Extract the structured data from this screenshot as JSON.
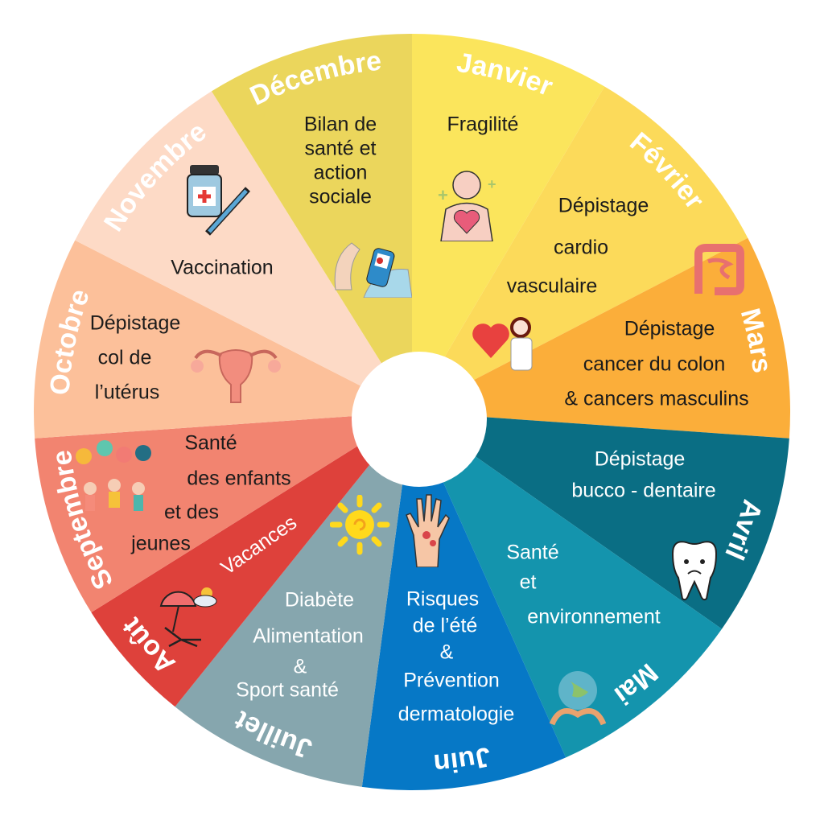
{
  "segments": [
    {
      "month": "Janvier",
      "color": "#FBE55C",
      "theme": [
        "Fragilité"
      ],
      "icon": "patient-heart-icon"
    },
    {
      "month": "Février",
      "color": "#FCDA5A",
      "theme": [
        "Dépistage",
        "cardio",
        "vasculaire"
      ],
      "icon": "doctor-heart-icon"
    },
    {
      "month": "Mars",
      "color": "#FBAE3A",
      "theme": [
        "Dépistage",
        "cancer du colon",
        "& cancers masculins"
      ],
      "icon": "intestine-icon"
    },
    {
      "month": "Avril",
      "color": "#0A6E84",
      "theme": [
        "Dépistage",
        "bucco - dentaire"
      ],
      "icon": "tooth-icon"
    },
    {
      "month": "Mai",
      "color": "#1494AD",
      "theme": [
        "Santé",
        "et",
        "environnement"
      ],
      "icon": "earth-hands-icon"
    },
    {
      "month": "Juin",
      "color": "#0678C6",
      "theme": [
        "Risques",
        "de l’été",
        "&",
        "Prévention",
        "dermatologie"
      ],
      "icon": "hand-skin-icon"
    },
    {
      "month": "Juillet",
      "color": "#86A6AE",
      "theme": [
        "Diabète",
        "Alimentation",
        "&",
        "Sport santé"
      ],
      "icon": "sun-icon"
    },
    {
      "month": "Août",
      "color": "#DE413B",
      "theme": [
        "Vacances"
      ],
      "icon": "beach-chair-icon"
    },
    {
      "month": "Septembre",
      "color": "#F28470",
      "theme": [
        "Santé",
        "des enfants",
        "et des",
        "jeunes"
      ],
      "icon": "children-balloons-icon"
    },
    {
      "month": "Octobre",
      "color": "#FCC09A",
      "theme": [
        "Dépistage",
        "col de",
        "l’utérus"
      ],
      "icon": "uterus-icon"
    },
    {
      "month": "Novembre",
      "color": "#FDDAC6",
      "theme": [
        "Vaccination"
      ],
      "icon": "vaccine-icon"
    },
    {
      "month": "Décembre",
      "color": "#EBD65C",
      "theme": [
        "Bilan de",
        "santé et",
        "action",
        "sociale"
      ],
      "icon": "glucose-meter-icon"
    }
  ]
}
